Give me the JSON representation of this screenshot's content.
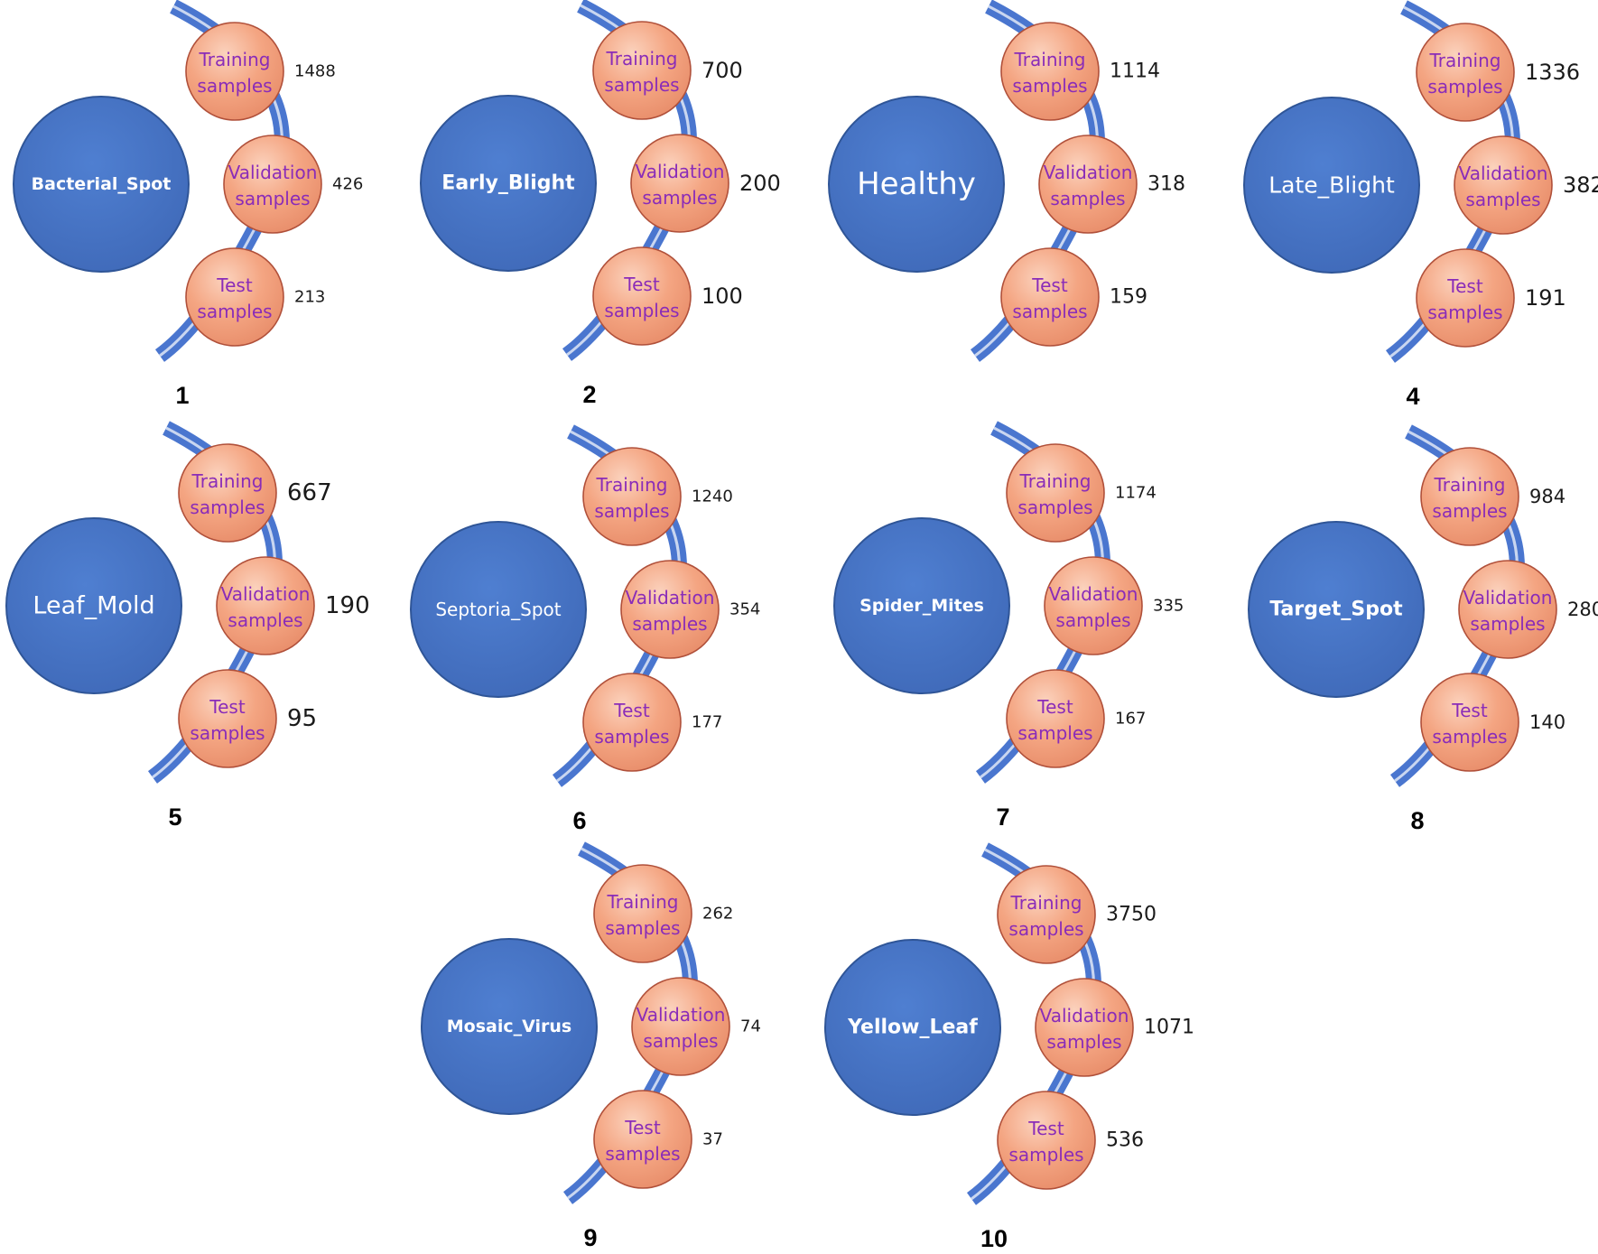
{
  "colors": {
    "class_circle": "#4472c4",
    "class_circle_edge": "#2f5597",
    "arc": "#4a76cf",
    "arc_highlight": "#c9d6f0",
    "bubble_fill": "#f4a582",
    "bubble_edge": "#b0503a",
    "bubble_text": "#8a2cb8",
    "count_text": "#1a1a1a",
    "number_text": "#000000"
  },
  "labels": {
    "training": [
      "Training",
      "samples"
    ],
    "validation": [
      "Validation",
      "samples"
    ],
    "test": [
      "Test",
      "samples"
    ]
  },
  "panels": [
    {
      "number": "1",
      "class_name": "Bacterial_Spot",
      "training": "1488",
      "validation": "426",
      "test": "213"
    },
    {
      "number": "2",
      "class_name": "Early_Blight",
      "training": "700",
      "validation": "200",
      "test": "100"
    },
    {
      "number": "",
      "class_name": "Healthy",
      "training": "1114",
      "validation": "318",
      "test": "159"
    },
    {
      "number": "4",
      "class_name": "Late_Blight",
      "training": "1336",
      "validation": "382",
      "test": "191"
    },
    {
      "number": "5",
      "class_name": "Leaf_Mold",
      "training": "667",
      "validation": "190",
      "test": "95"
    },
    {
      "number": "6",
      "class_name": "Septoria_Spot",
      "training": "1240",
      "validation": "354",
      "test": "177"
    },
    {
      "number": "7",
      "class_name": "Spider_Mites",
      "training": "1174",
      "validation": "335",
      "test": "167"
    },
    {
      "number": "8",
      "class_name": "Target_Spot",
      "training": "984",
      "validation": "280",
      "test": "140"
    },
    {
      "number": "9",
      "class_name": "Mosaic_Virus",
      "training": "262",
      "validation": "74",
      "test": "37"
    },
    {
      "number": "10",
      "class_name": "Yellow_Leaf",
      "training": "3750",
      "validation": "1071",
      "test": "536"
    }
  ]
}
